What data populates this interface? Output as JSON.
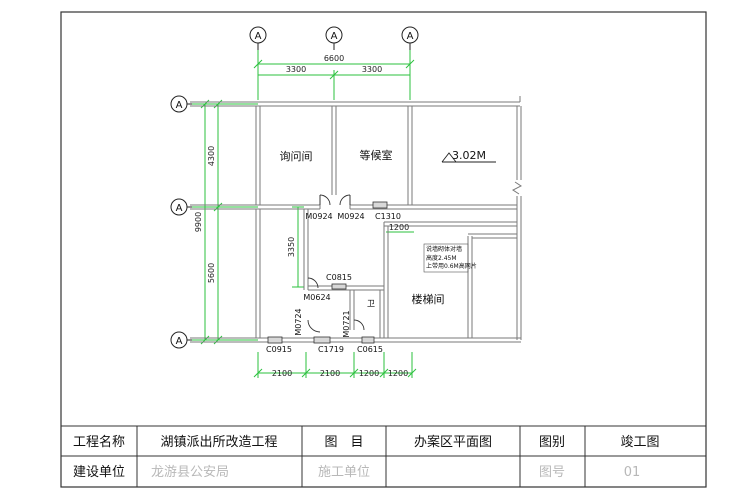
{
  "axes": {
    "top": [
      "A",
      "A",
      "A"
    ],
    "left": [
      "A",
      "A",
      "A"
    ]
  },
  "dimensions": {
    "top_total": "6600",
    "top_parts": [
      "3300",
      "3300"
    ],
    "left_total": "9900",
    "left_parts": [
      "4300",
      "5600"
    ],
    "interior_3350": "3350",
    "interior_1200": "1200",
    "bottom": [
      "2100",
      "2100",
      "1200",
      "1200"
    ]
  },
  "rooms": {
    "inquiry": "询问间",
    "waiting": "等候室",
    "stair": "楼梯间",
    "level": "3.02M",
    "wc": "卫"
  },
  "openings": {
    "m0924_a": "M0924",
    "m0924_b": "M0924",
    "c1310": "C1310",
    "c0815": "C0815",
    "m0624": "M0624",
    "m0724": "M0724",
    "m0721": "M0721",
    "c0915": "C0915",
    "c1719": "C1719",
    "c0615": "C0615"
  },
  "note": [
    "说墙砌体对墙",
    "高度2.45M",
    "上带用0.6M高网片"
  ],
  "title_block": {
    "project_name_label": "工程名称",
    "project_name": "湖镇派出所改造工程",
    "drawing_title_label": "图　目",
    "drawing_title": "办案区平面图",
    "drawing_type_label": "图别",
    "drawing_type": "竣工图",
    "client_label": "建设单位",
    "client": "龙游县公安局",
    "contractor_label": "施工单位",
    "contractor": "",
    "drawing_no_label": "图号",
    "drawing_no": "01"
  },
  "colors": {
    "dimension_line": "#2bc23e",
    "wall": "#7a7a7a",
    "line": "#222222",
    "frame": "#333333"
  }
}
